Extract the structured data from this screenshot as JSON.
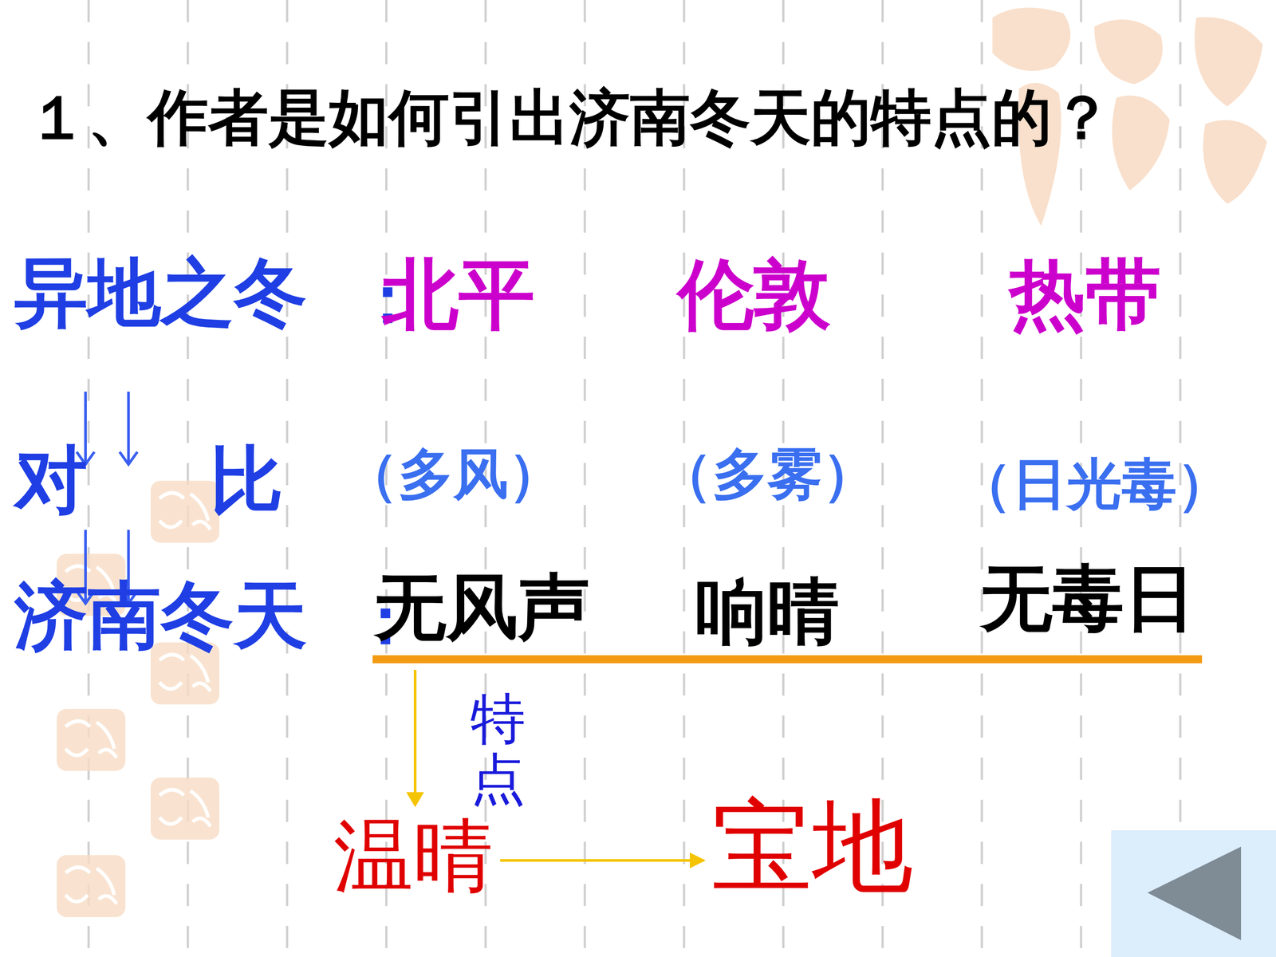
{
  "diagram": {
    "title": "１、作者是如何引出济南冬天的特点的？",
    "nodes": [
      {
        "text": [
          "温晴"
        ]
      },
      {
        "text": [
          "宝地"
        ]
      }
    ],
    "edges": [
      {
        "from": 0,
        "to": 1,
        "arrow": "to"
      }
    ],
    "labels": [
      "异地之冬",
      "：",
      "北平",
      "伦敦",
      "热带",
      "对",
      "比",
      "（多风）",
      "（多雾）",
      "（日光毒）",
      "济南冬天",
      "：",
      "无风声",
      "响晴",
      "无毒日",
      "特点"
    ]
  }
}
